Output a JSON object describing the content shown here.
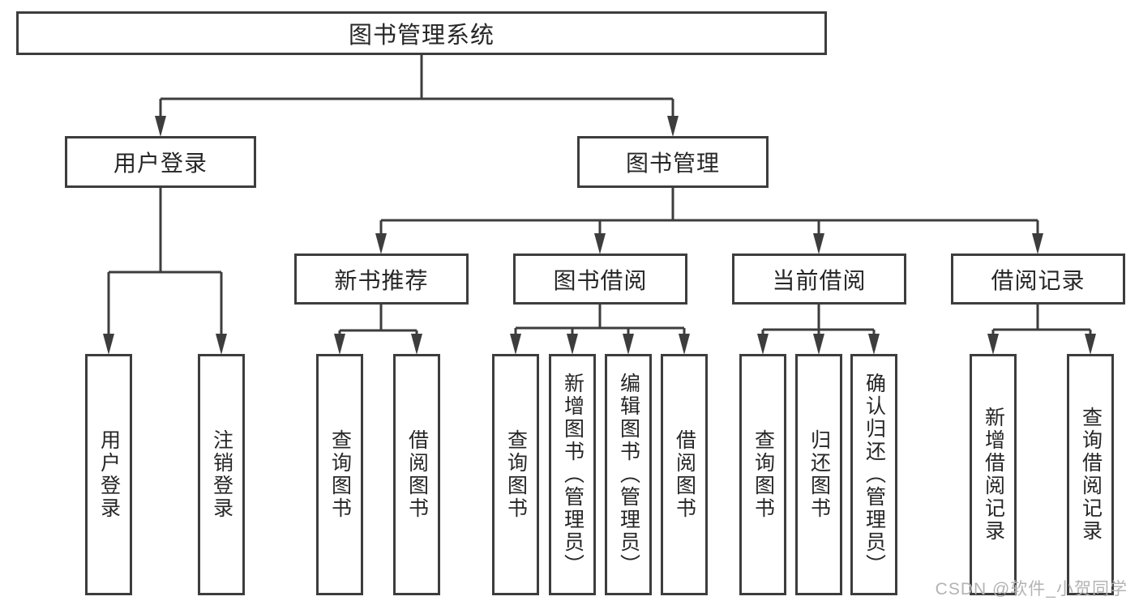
{
  "diagram": {
    "title": "图书管理系统",
    "branches": [
      {
        "label": "用户登录",
        "children": [
          {
            "label": "用户登录"
          },
          {
            "label": "注销登录"
          }
        ]
      },
      {
        "label": "图书管理",
        "sections": [
          {
            "label": "新书推荐",
            "children": [
              {
                "label": "查询图书"
              },
              {
                "label": "借阅图书"
              }
            ]
          },
          {
            "label": "图书借阅",
            "children": [
              {
                "label": "查询图书"
              },
              {
                "label": "新增图书（管理员）"
              },
              {
                "label": "编辑图书（管理员）"
              },
              {
                "label": "借阅图书"
              }
            ]
          },
          {
            "label": "当前借阅",
            "children": [
              {
                "label": "查询图书"
              },
              {
                "label": "归还图书"
              },
              {
                "label": "确认归还（管理员）"
              }
            ]
          },
          {
            "label": "借阅记录",
            "children": [
              {
                "label": "新增借阅记录"
              },
              {
                "label": "查询借阅记录"
              }
            ]
          }
        ]
      }
    ]
  },
  "watermark": {
    "text": "CSDN @软件_小贺同学"
  },
  "colors": {
    "line": "#3d3d3d",
    "text": "#262626",
    "box_background": "#ffffff",
    "watermark": "#b3b3b3",
    "background": "#ffffff"
  }
}
